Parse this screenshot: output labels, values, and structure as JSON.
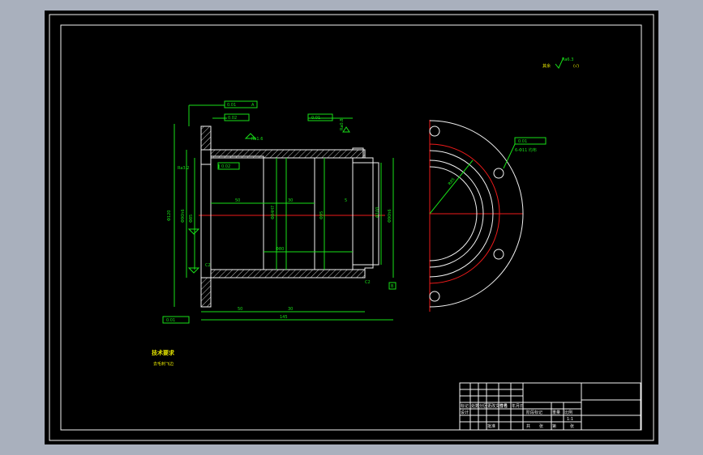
{
  "drawing": {
    "tech_title": "技术要求",
    "tech_note": "去毛刺飞边",
    "roughness_note": "其余",
    "roughness_value": "Ra6.3",
    "roughness_paren": "(√)"
  },
  "colors": {
    "background": "#000000",
    "frame": "#f2f2f2",
    "dimension": "#18e018",
    "centerline": "#ee1a1a",
    "text": "#e8e800",
    "app_chrome": "#a9b0bd"
  },
  "dims": {
    "d1": "50",
    "d2": "30",
    "d3": "145",
    "d4": "5",
    "phi1": "Φ95",
    "phi2": "Φ100",
    "phi3": "Φ85",
    "phi4": "Φ84H7",
    "phi5": "Φ80",
    "phi6": "Φ90h6",
    "phi7": "Φ120",
    "r": "R85",
    "ra1": "Ra1.6",
    "ra2": "Ra0.8",
    "ra3": "Ra3.2",
    "tol1": "0.01",
    "tol2": "0.02",
    "datum_a": "A",
    "datum_b": "B",
    "holes": "6-Φ11 均布",
    "ch": "C2"
  },
  "title_block": {
    "mark": "标记",
    "count": "处数",
    "zone": "分区",
    "change_no": "更改文件号",
    "sign": "签名",
    "date": "年月日",
    "design": "设计",
    "stage": "阶段标记",
    "weight": "重量",
    "scale": "比例",
    "scale_val": "1:1",
    "sheet1": "共",
    "sheet2": "张",
    "sheet3": "第",
    "sheet4": "张",
    "approve": "批准"
  }
}
